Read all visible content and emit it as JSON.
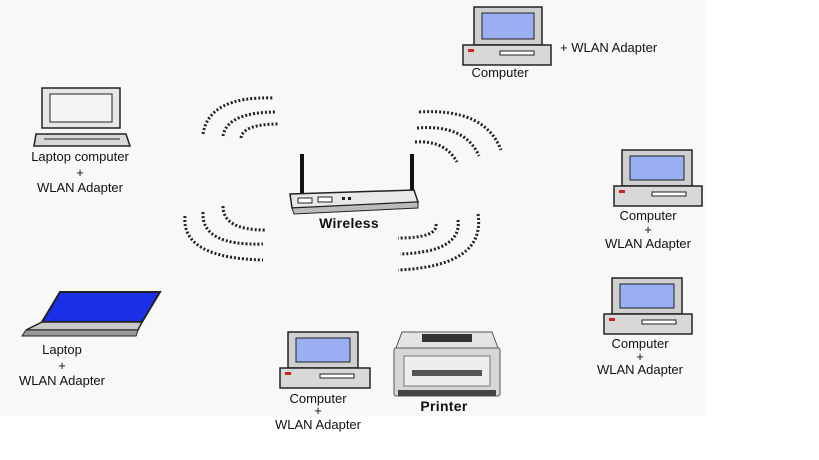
{
  "router": {
    "label": "Wireless"
  },
  "nodes": {
    "top_computer": {
      "name": "Computer",
      "extra": "+ WLAN Adapter"
    },
    "laptop_computer": {
      "name": "Laptop computer",
      "plus": "+",
      "adapter": "WLAN Adapter"
    },
    "laptop": {
      "name": "Laptop",
      "plus": "+",
      "adapter": "WLAN Adapter"
    },
    "right_computer_1": {
      "name": "Computer",
      "plus": "+",
      "adapter": "WLAN Adapter"
    },
    "right_computer_2": {
      "name": "Computer",
      "plus": "+",
      "adapter": "WLAN Adapter"
    },
    "bottom_computer": {
      "name": "Computer",
      "plus": "+",
      "adapter": "WLAN Adapter"
    },
    "printer": {
      "name": "Printer"
    }
  },
  "colors": {
    "screen": "#9aaef2",
    "laptop_screen": "#1b2fe8",
    "chassis": "#d8d8d8",
    "outline": "#222222",
    "background": "#f8f8f8"
  }
}
